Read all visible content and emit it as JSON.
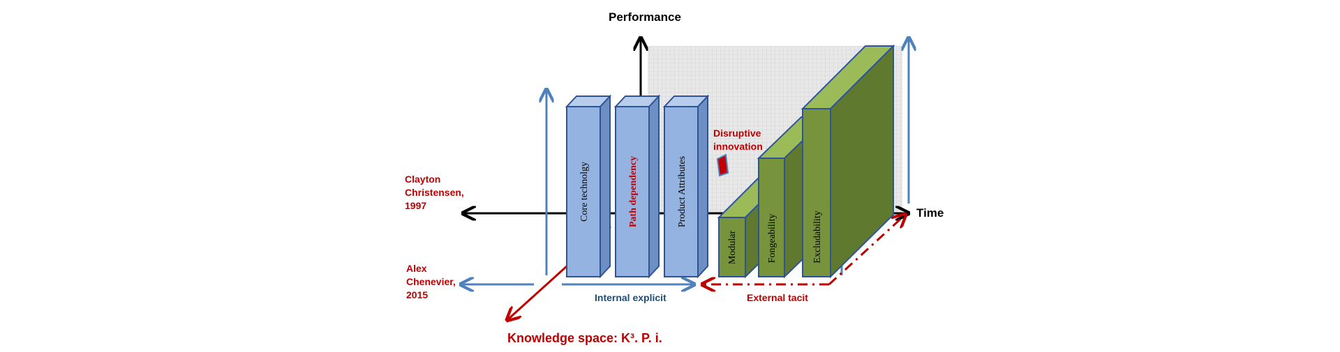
{
  "axes": {
    "performance": "Performance",
    "time": "Time"
  },
  "authors": {
    "christensen": [
      "Clayton",
      "Christensen,",
      "1997"
    ],
    "chenevier": [
      "Alex",
      "Chenevier,",
      "2015"
    ]
  },
  "disruptive": [
    "Disruptive",
    "innovation"
  ],
  "internal_bars": [
    "Core technolgy",
    "Path dependency",
    "Product Attributes"
  ],
  "external_bars": [
    "Modular",
    "Fongeability",
    "Excludability"
  ],
  "internal_label": "Internal explicit",
  "external_label": "External tacit",
  "knowledge_space": "Knowledge space: K³. P. i.",
  "colors": {
    "blue_bar": "#95b3e0",
    "green_bar": "#77933c",
    "red": "#c00000",
    "arrow_blue": "#4f81bd"
  }
}
